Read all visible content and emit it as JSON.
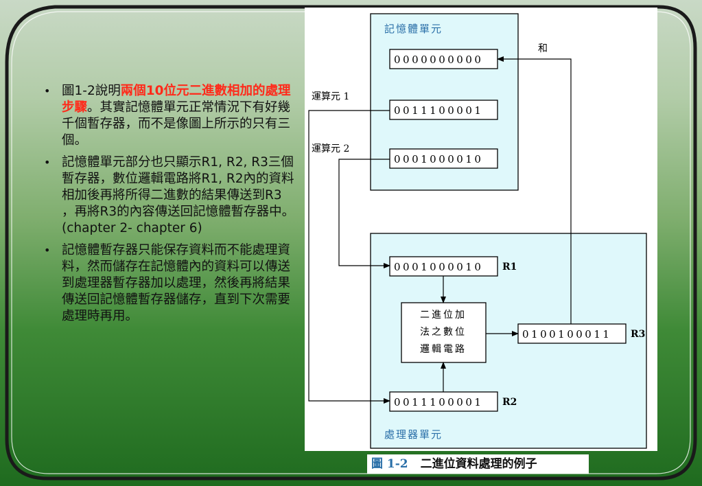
{
  "bullets": [
    {
      "parts": [
        {
          "text": "圖1-2說明",
          "emphasis": false
        },
        {
          "text": "兩個10位元二進數相加的處理步驟",
          "emphasis": true
        },
        {
          "text": "。其實記憶體單元正常情況下有好幾千個暫存器，而不是像圖上所示的只有三個。",
          "emphasis": false
        }
      ]
    },
    {
      "parts": [
        {
          "text": "記憶體單元部分也只顯示R1, R2, R3三個暫存器，數位邏輯電路將R1, R2內的資料相加後再將所得二進數的結果傳送到R3 ，再將R3的內容傳送回記憶體暫存器中。(chapter 2- chapter 6)",
          "emphasis": false
        }
      ]
    },
    {
      "parts": [
        {
          "text": "記憶體暫存器只能保存資料而不能處理資料，然而儲存在記憶體內的資料可以傳送到處理器暫存器加以處理，然後再將結果傳送回記憶體暫存器儲存，直到下次需要處理時再用。",
          "emphasis": false
        }
      ]
    }
  ],
  "diagram": {
    "memory_unit_title": "記憶體單元",
    "processor_unit_title": "處理器單元",
    "memory_registers": [
      "0000000000",
      "0011100001",
      "0001000010"
    ],
    "label_sum": "和",
    "label_operand1": "運算元 1",
    "label_operand2": "運算元 2",
    "processor_registers": [
      {
        "name": "R1",
        "value": "0001000010"
      },
      {
        "name": "R2",
        "value": "0011100001"
      },
      {
        "name": "R3",
        "value": "0100100011"
      }
    ],
    "adder_lines": [
      "二進位加",
      "法之數位",
      "邏輯電路"
    ]
  },
  "caption": {
    "figure_number": "圖 1-2",
    "title": "二進位資料處理的例子"
  },
  "colors": {
    "highlight": "#ff2a1a",
    "unit_fill": "#dff8fb",
    "unit_title": "#2a6fa8"
  }
}
